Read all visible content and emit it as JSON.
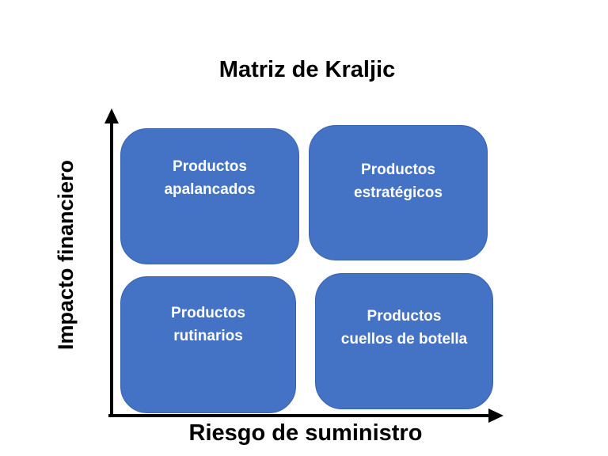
{
  "title": "Matriz de Kraljic",
  "axes": {
    "y_label": "Impacto financiero",
    "x_label": "Riesgo de suministro"
  },
  "quadrants": [
    {
      "position": "top-left",
      "line1": "Productos",
      "line2": "apalancados"
    },
    {
      "position": "top-right",
      "line1": "Productos",
      "line2": "estratégicos"
    },
    {
      "position": "bottom-left",
      "line1": "Productos",
      "line2": "rutinarios"
    },
    {
      "position": "bottom-right",
      "line1": "Productos",
      "line2": "cuellos de botella"
    }
  ],
  "colors": {
    "box_fill": "#4472C4",
    "box_border": "#3B62AE",
    "box_text": "#FFFFFF",
    "axis": "#000000",
    "text": "#000000",
    "background": "#FFFFFF"
  }
}
